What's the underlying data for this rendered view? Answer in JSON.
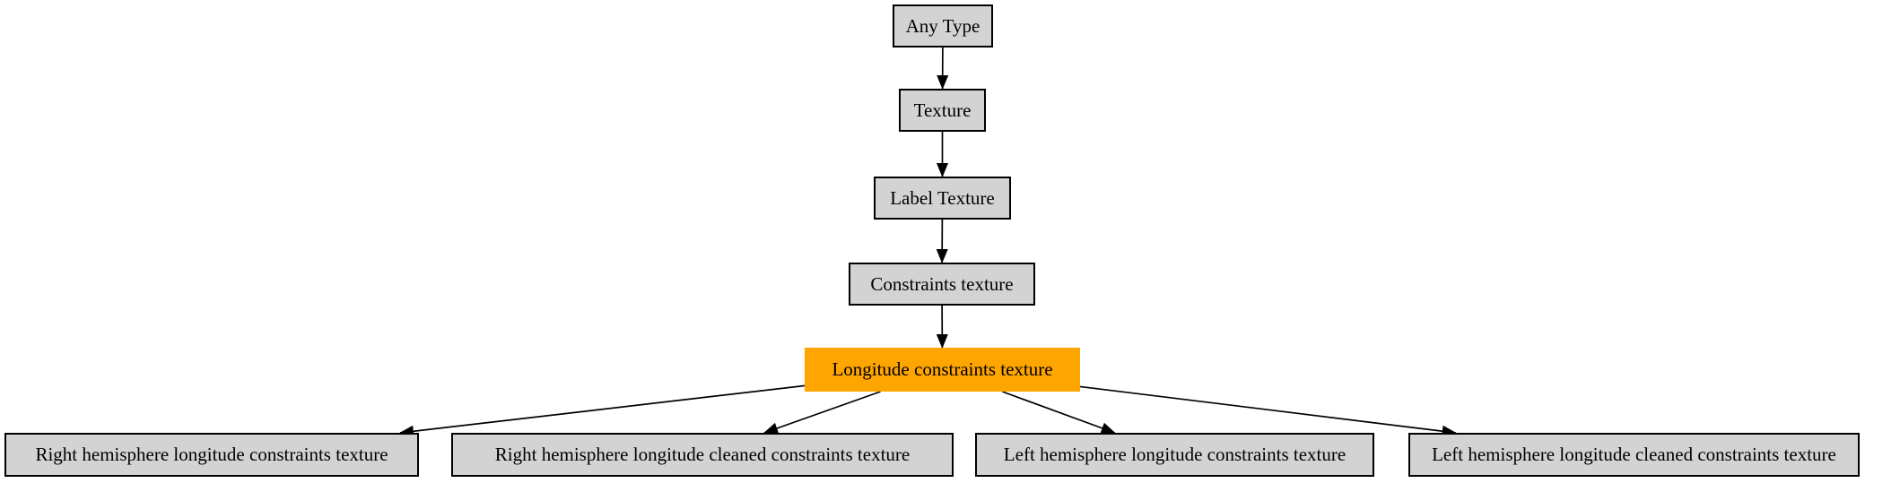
{
  "diagram": {
    "type": "type-hierarchy-graph",
    "background_color": "#ffffff",
    "node_fill_color": "#d3d3d3",
    "node_border_color": "#000000",
    "highlight_fill_color": "#ffa500",
    "text_color": "#000000",
    "edge_color": "#000000",
    "nodes": [
      {
        "id": "any-type",
        "label": "Any Type",
        "highlighted": false
      },
      {
        "id": "texture",
        "label": "Texture",
        "highlighted": false
      },
      {
        "id": "label-texture",
        "label": "Label Texture",
        "highlighted": false
      },
      {
        "id": "constraints-texture",
        "label": "Constraints texture",
        "highlighted": false
      },
      {
        "id": "longitude-constraints-texture",
        "label": "Longitude constraints texture",
        "highlighted": true
      },
      {
        "id": "right-hemisphere-longitude-constraints-texture",
        "label": "Right hemisphere longitude constraints texture",
        "highlighted": false
      },
      {
        "id": "right-hemisphere-longitude-cleaned-constraints-texture",
        "label": "Right hemisphere longitude cleaned constraints texture",
        "highlighted": false
      },
      {
        "id": "left-hemisphere-longitude-constraints-texture",
        "label": "Left hemisphere longitude constraints texture",
        "highlighted": false
      },
      {
        "id": "left-hemisphere-longitude-cleaned-constraints-texture",
        "label": "Left hemisphere longitude cleaned constraints texture",
        "highlighted": false
      }
    ],
    "edges": [
      {
        "from": "any-type",
        "to": "texture"
      },
      {
        "from": "texture",
        "to": "label-texture"
      },
      {
        "from": "label-texture",
        "to": "constraints-texture"
      },
      {
        "from": "constraints-texture",
        "to": "longitude-constraints-texture"
      },
      {
        "from": "longitude-constraints-texture",
        "to": "right-hemisphere-longitude-constraints-texture"
      },
      {
        "from": "longitude-constraints-texture",
        "to": "right-hemisphere-longitude-cleaned-constraints-texture"
      },
      {
        "from": "longitude-constraints-texture",
        "to": "left-hemisphere-longitude-constraints-texture"
      },
      {
        "from": "longitude-constraints-texture",
        "to": "left-hemisphere-longitude-cleaned-constraints-texture"
      }
    ]
  }
}
